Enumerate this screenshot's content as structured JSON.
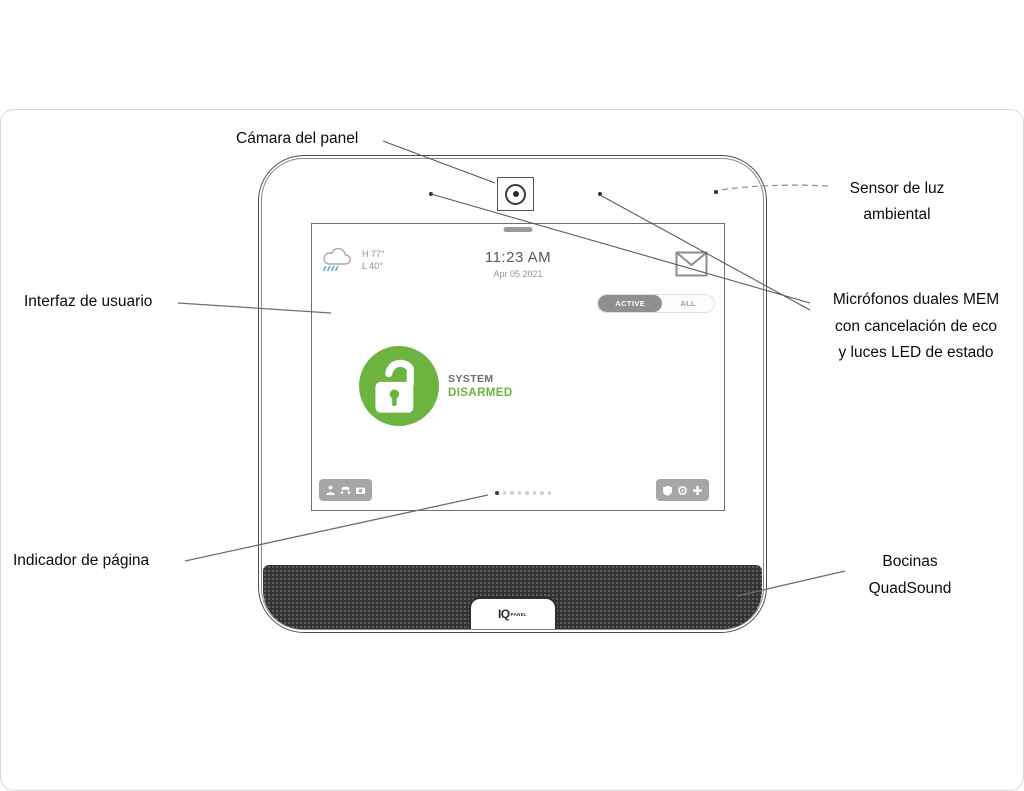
{
  "annotations": {
    "camera_label": "Cámara del panel",
    "light_sensor": [
      "Sensor de luz",
      "ambiental"
    ],
    "ui_label": "Interfaz de usuario",
    "mics": [
      "Micrófonos duales MEM",
      "con cancelación de eco",
      "y luces LED de estado"
    ],
    "page_indicator_label": "Indicador de página",
    "speakers": [
      "Bocinas",
      "QuadSound"
    ]
  },
  "panel": {
    "screen": {
      "weather": {
        "high": "H 77°",
        "low": "L 40°"
      },
      "time": "11:23 AM",
      "date": "Apr 05 2021",
      "filter": {
        "active": "ACTIVE",
        "all": "ALL"
      },
      "status": {
        "label": "SYSTEM",
        "value": "DISARMED"
      },
      "dots": {
        "count": 8,
        "active_index": 0
      }
    },
    "logo": {
      "text": "IQ",
      "sub": "PANEL"
    }
  },
  "colors": {
    "accent_green": "#6cb33f",
    "grille_dark": "#333333",
    "pill_gray": "#8f8f8f",
    "rain_blue": "#5fa8d5"
  }
}
